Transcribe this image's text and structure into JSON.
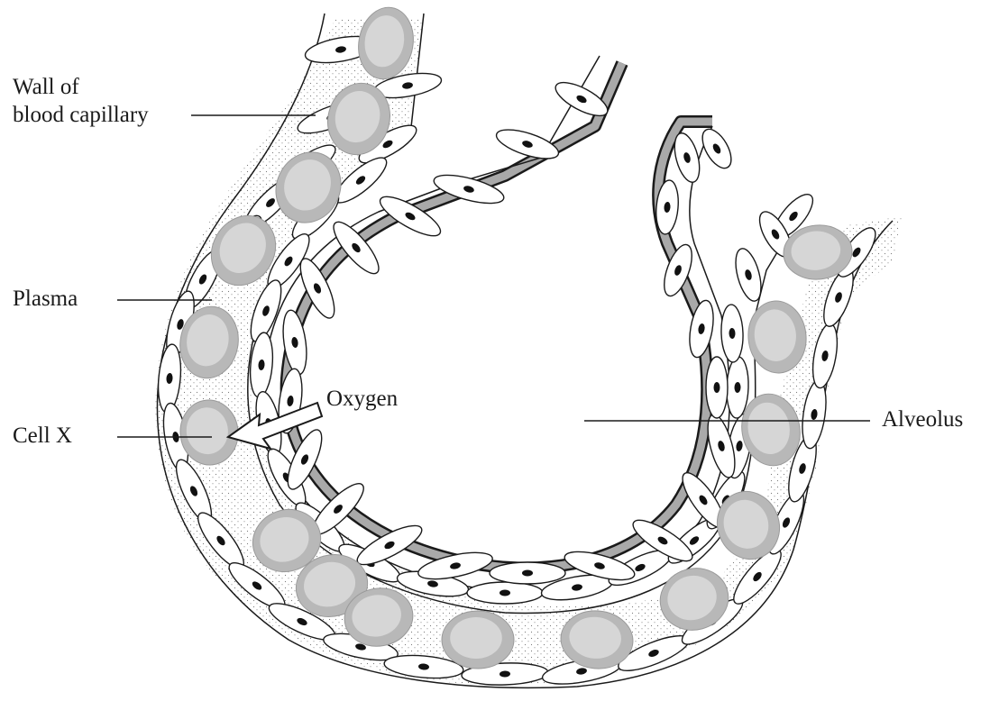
{
  "labels": {
    "wall_line1": "Wall of",
    "wall_line2": "blood capillary",
    "plasma": "Plasma",
    "cell_x": "Cell X",
    "oxygen": "Oxygen",
    "alveolus": "Alveolus"
  },
  "colors": {
    "outline": "#1a1a1a",
    "alveolar_wall": "#a9a9a9",
    "red_cell_rim": "#b8b8b8",
    "red_cell_center": "#d9d9d9",
    "nucleus": "#111111",
    "plasma_stipple": "#7a7a7a"
  }
}
